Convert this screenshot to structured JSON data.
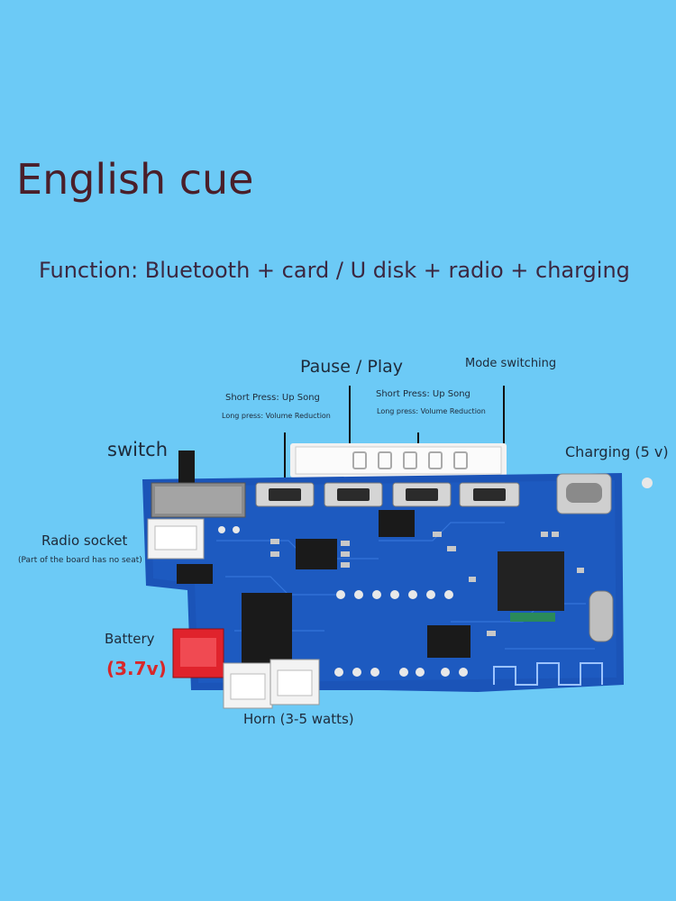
{
  "title": "English cue",
  "function_line": "Function: Bluetooth + card / U disk + radio + charging",
  "labels": {
    "pause_play": "Pause / Play",
    "mode_switching": "Mode switching",
    "btn1_short": "Short Press: Up Song",
    "btn1_long": "Long press: Volume Reduction",
    "btn3_short": "Short Press: Up Song",
    "btn3_long": "Long press: Volume Reduction",
    "switch": "switch",
    "charging": "Charging (5 v)",
    "radio_socket": "Radio socket",
    "radio_note": "(Part of the board has no seat)",
    "battery": "Battery",
    "battery_voltage": "(3.7v)",
    "horn": "Horn (3-5 watts)"
  },
  "colors": {
    "background": "#6ccaf6",
    "pcb": "#1b54b8",
    "battery_connector": "#e0232c",
    "voltage_text": "#d8272a"
  }
}
